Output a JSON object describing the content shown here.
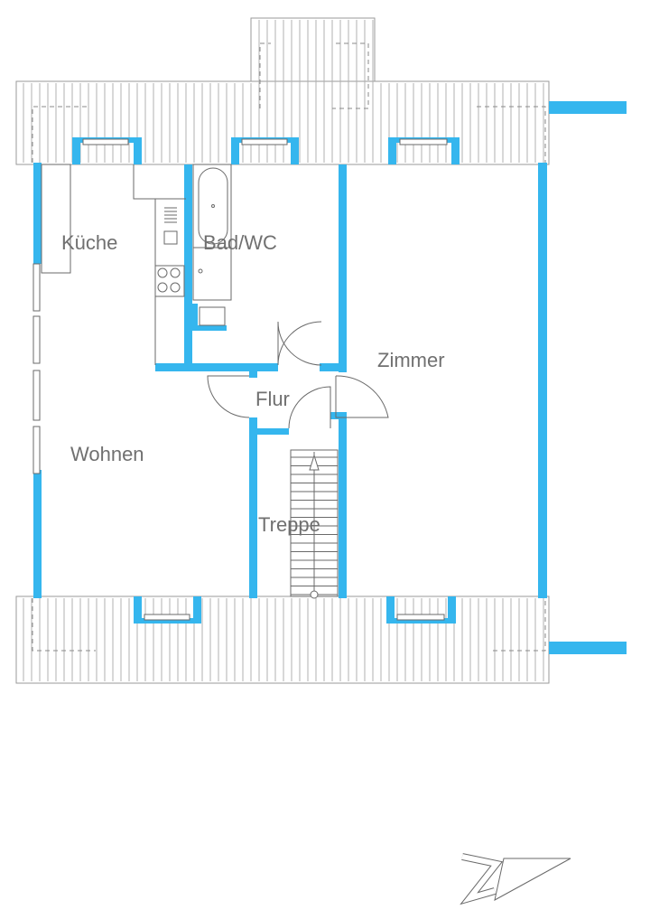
{
  "rooms": {
    "kueche": "Küche",
    "bad": "Bad/WC",
    "zimmer": "Zimmer",
    "flur": "Flur",
    "wohnen": "Wohnen",
    "treppe": "Treppe"
  },
  "north_mark": "N",
  "colors": {
    "wall": "#35b6ee",
    "line": "#6a6a6a",
    "label": "#707070"
  }
}
